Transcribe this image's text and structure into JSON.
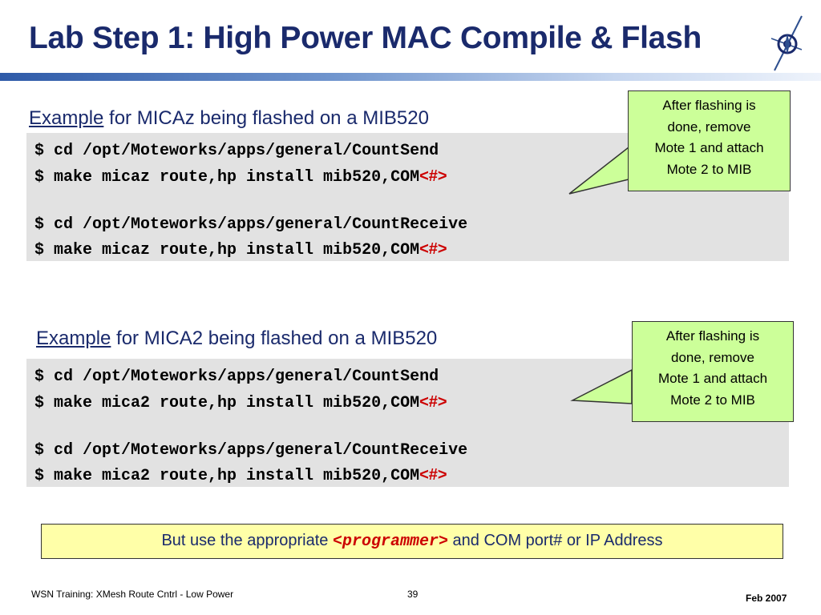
{
  "slide": {
    "title": "Lab Step 1: High Power MAC Compile & Flash",
    "sections": [
      {
        "heading_link": "Example",
        "heading_rest": " for MICAz being flashed on a MIB520",
        "lines": [
          "$ cd /opt/Moteworks/apps/general/CountSend",
          "$ make micaz route,hp install mib520,COM",
          "",
          "$ cd /opt/Moteworks/apps/general/CountReceive",
          "$ make micaz route,hp install mib520,COM"
        ],
        "placeholder": "<#>",
        "callout": [
          "After flashing is",
          "done, remove",
          "Mote 1 and attach",
          "Mote 2 to MIB"
        ]
      },
      {
        "heading_link": "Example",
        "heading_rest": " for MICA2 being flashed on a MIB520",
        "lines": [
          "$ cd /opt/Moteworks/apps/general/CountSend",
          "$ make mica2 route,hp install mib520,COM",
          "",
          "$ cd /opt/Moteworks/apps/general/CountReceive",
          "$ make mica2 route,hp install mib520,COM"
        ],
        "placeholder": "<#>",
        "callout": [
          "After flashing is",
          "done, remove",
          "Mote 1 and attach",
          "Mote 2 to MIB"
        ]
      }
    ],
    "note": {
      "before": "But use the appropriate ",
      "programmer": "<programmer>",
      "after": " and COM port# or IP Address"
    },
    "footer": {
      "left": "WSN Training: XMesh Route Cntrl - Low Power",
      "page": "39",
      "date": "Feb 2007"
    }
  },
  "colors": {
    "title": "#1a2a6c",
    "code_bg": "#e2e2e2",
    "callout_bg": "#ccff99",
    "note_bg": "#ffffa8",
    "accent_red": "#cc0000"
  },
  "icons": {
    "logo": "compass-star-logo"
  }
}
